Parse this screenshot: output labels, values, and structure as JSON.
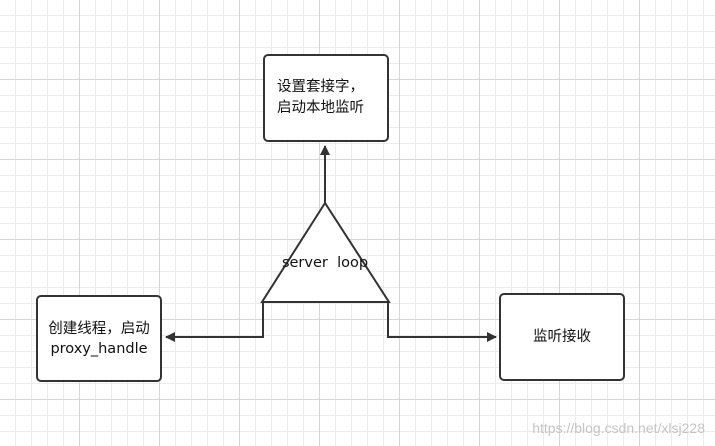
{
  "diagram": {
    "top_box": {
      "line1": "设置套接字，",
      "line2": "启动本地监听"
    },
    "left_box": {
      "text": "创建线程，启动proxy_handle"
    },
    "right_box": {
      "text": "监听接收"
    },
    "center_triangle": {
      "label": "server  loop"
    }
  },
  "watermark": "https://blog.csdn.net/xlsj228",
  "colors": {
    "line": "#333333",
    "grid_major": "#d6d6d6",
    "grid_minor": "#ececec"
  }
}
